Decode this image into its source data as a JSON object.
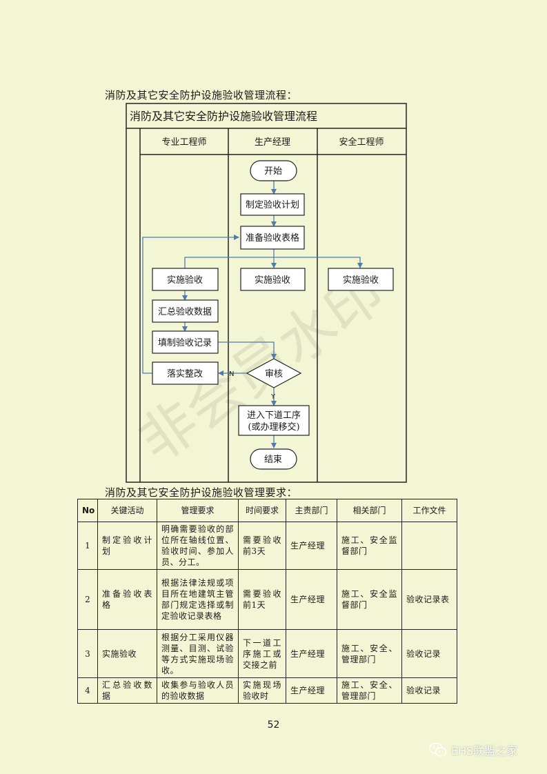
{
  "flowchart_caption": "消防及其它安全防护设施验收管理流程：",
  "flowchart": {
    "title": "消防及其它安全防护设施验收管理流程",
    "lanes": [
      "专业工程师",
      "生产经理",
      "安全工程师"
    ],
    "nodes": {
      "start": "开始",
      "plan": "制定验收计划",
      "prepare": "准备验收表格",
      "implement_eng": "实施验收",
      "implement_mgr": "实施验收",
      "implement_safety": "实施验收",
      "summarize": "汇总验收数据",
      "fill": "填制验收记录",
      "rectify": "落实整改",
      "review": "审核",
      "next_line1": "进入下道工序",
      "next_line2": "(或办理移交)",
      "end": "结束"
    },
    "edge_labels": {
      "no": "N",
      "yes": "Y"
    }
  },
  "watermark_text": "非会员水印",
  "table_caption": "消防及其它安全防护设施验收管理要求：",
  "table": {
    "headers": [
      "No",
      "关键活动",
      "管理要求",
      "时间要求",
      "主责部门",
      "相关部门",
      "工作文件"
    ],
    "rows": [
      [
        "1",
        "制定验收计划",
        "明确需要验收的部位所在轴线位置、验收时间、参加人员、分工。",
        "需要验收前3天",
        "生产经理",
        "施工、安全监督部门",
        ""
      ],
      [
        "2",
        "准备验收表格",
        "根据法律法规或项目所在地建筑主管部门规定选择或制定验收记录表格",
        "需要验收前1天",
        "生产经理",
        "施工、安全监督部门",
        "验收记录表"
      ],
      [
        "3",
        "实施验收",
        "根据分工采用仪器测量、目测、试验等方式实施现场验收。",
        "下一道工序施工或交接之前",
        "生产经理",
        "施工、安全、管理部门",
        "验收记录"
      ],
      [
        "4",
        "汇总验收数据",
        "收集参与验收人员的验收数据",
        "实施现场验收时",
        "生产经理",
        "施工、安全、管理部门",
        "验收记录"
      ]
    ]
  },
  "page_number": "52",
  "brand": "EHS联盟之家",
  "colors": {
    "page_bg": "#f2f6d4",
    "arrow": "#4f7cae",
    "border": "#222222"
  }
}
